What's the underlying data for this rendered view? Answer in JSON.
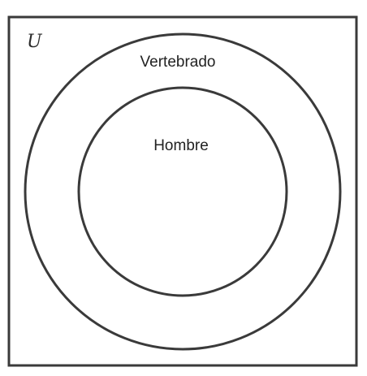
{
  "diagram": {
    "universe": {
      "label": "U"
    },
    "outer_set": {
      "label": "Vertebrado"
    },
    "inner_set": {
      "label": "Hombre"
    },
    "colors": {
      "stroke": "#3a3a3a",
      "background": "#ffffff",
      "text": "#222222"
    }
  }
}
